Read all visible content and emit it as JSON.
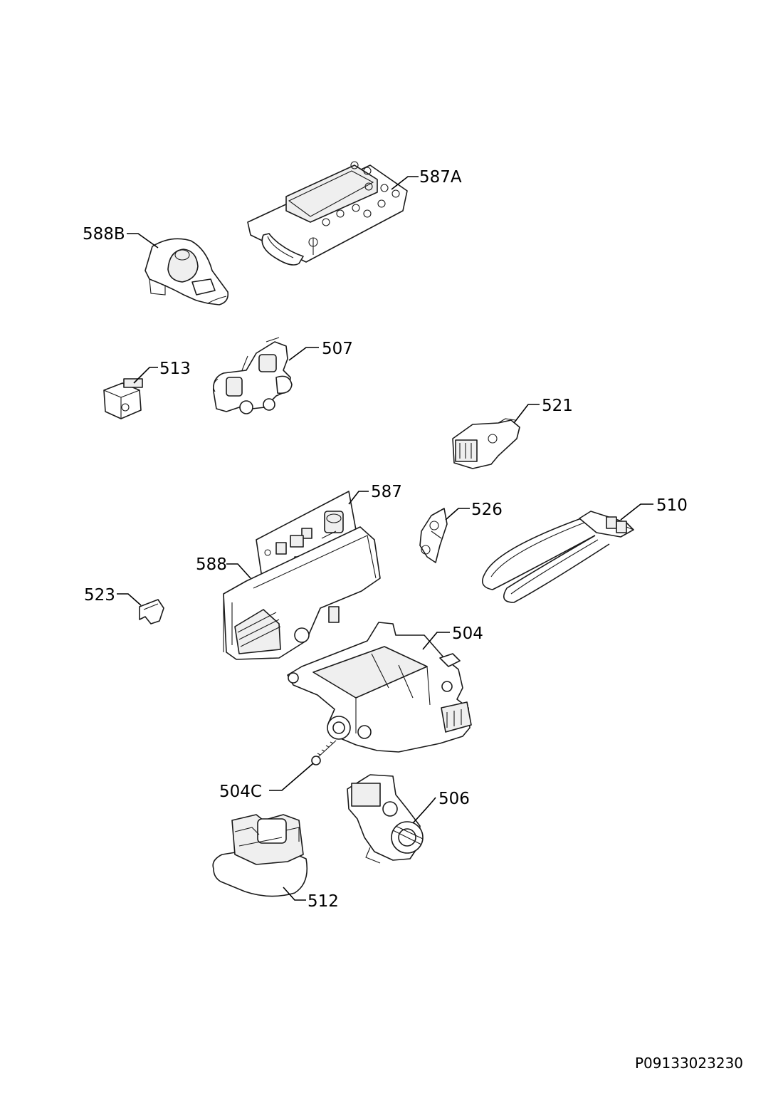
{
  "diagram": {
    "labels": {
      "l587A": "587A",
      "l588B": "588B",
      "l507": "507",
      "l513": "513",
      "l521": "521",
      "l587": "587",
      "l526": "526",
      "l510": "510",
      "l588": "588",
      "l523": "523",
      "l504": "504",
      "l504C": "504C",
      "l506": "506",
      "l512": "512"
    },
    "drawing_code": "P09133023230"
  }
}
